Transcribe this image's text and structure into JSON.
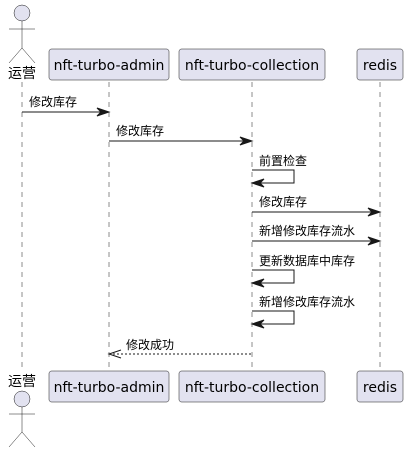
{
  "participants": {
    "actor": "运营",
    "admin": "nft-turbo-admin",
    "collection": "nft-turbo-collection",
    "redis": "redis"
  },
  "messages": [
    {
      "from": "actor",
      "to": "admin",
      "label": "修改库存",
      "kind": "sync"
    },
    {
      "from": "admin",
      "to": "collection",
      "label": "修改库存",
      "kind": "sync"
    },
    {
      "from": "collection",
      "to": "collection",
      "label": "前置检查",
      "kind": "self"
    },
    {
      "from": "collection",
      "to": "redis",
      "label": "修改库存",
      "kind": "sync"
    },
    {
      "from": "collection",
      "to": "redis",
      "label": "新增修改库存流水",
      "kind": "sync"
    },
    {
      "from": "collection",
      "to": "collection",
      "label": "更新数据库中库存",
      "kind": "self"
    },
    {
      "from": "collection",
      "to": "collection",
      "label": "新增修改库存流水",
      "kind": "self"
    },
    {
      "from": "collection",
      "to": "admin",
      "label": "修改成功",
      "kind": "return"
    }
  ],
  "colors": {
    "participant_fill": "#E2E2F0",
    "line": "#181818"
  }
}
